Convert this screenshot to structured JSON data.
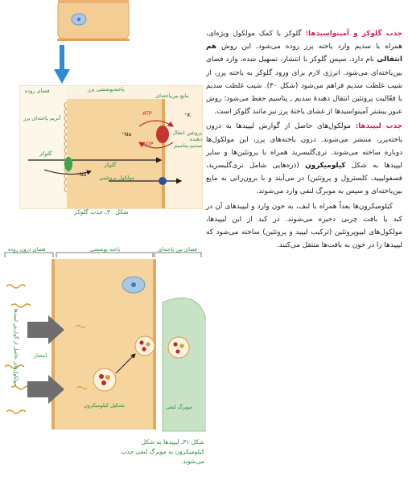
{
  "fig30": {
    "top_labels": {
      "lumen": "فضای روده",
      "brush_border": "یاخته‌پوششی پرز",
      "interstitial": "مایع بین‌یاخته‌ای"
    },
    "side_labels": {
      "villus_cell": "آنزیم یاخته‌ای پرز",
      "pump": "پروتئین انتقال دهنده سدیم‑پتاسیم"
    },
    "ions": {
      "atp": "ATP",
      "adp": "ADP",
      "k": "K⁺",
      "na": "Na⁺"
    },
    "flow": {
      "glucose_in": "گلوکز",
      "glucose_mid": "گلوکز",
      "carrier": "مولکول پروتئینی"
    },
    "caption": "شکل ۳۰ـ جذب گلوکز"
  },
  "fig31": {
    "top_labels": {
      "lumen": "فضای درون روده",
      "epithelium": "یاخته پوششی",
      "interstitial": "فضای بین یاخته‌ای"
    },
    "side_label": "مولکول‌های حاصل از گوارش لیپیدها",
    "labels": {
      "diffusion": "انتشار",
      "chylomicron": "تشکیل کیلومیکرون",
      "lacteal": "مویرگ لنفی"
    },
    "caption": [
      "شکل ۳۱ـ لیپیدها به شکل",
      "کیلومیکرون به مویرگ لنفی جذب",
      "می‌شوند."
    ]
  },
  "text": {
    "p1_head": "جذب گلوکز و آمینواسیدها:",
    "p1_a": " گلوکز با کمک مولکول ویژه‌ای، همراه با سدیم وارد یاخته پرز روده می‌شود. این روش ",
    "p1_bold": "هم انتقالی",
    "p1_b": " نام دارد. سپس گلوکز با انتشار، تسهیل شده، وارد فضای بین‌یاخته‌ای می‌شود. انرژی لازم برای ورود گلوکز به یاخته پرز، از شیب غلظت سدیم فراهم می‌شود (شکل ۳۰). شیب غلظت سدیم با فعّالیت پروتئین انتقال دهندهٔ سدیم ـ پتاسیم حفظ می‌شود؛ روش عبور بیشتر آمینواسیدها از غشای یاختهٔ پرز نیز مانند گلوکز است.",
    "p2_head": "جذب لیپیدها:",
    "p2_a": " مولکول‌های حاصل از گوارش لیپیدها به درون یاخته‌پرز، منتشر می‌شوند. درون یاخته‌های پرز، این مولکول‌ها دوباره ساخته می‌شوند. تری‌گلیسرید همراه با پروتئین‌ها و سایر لیپیدها به شکل ",
    "p2_bold": "کیلومیکرون",
    "p2_b": " (ذره‌هایی شامل تری‌گلیسرید، فسفولیپید، کلسترول و پروتئین) در می‌آیند و با برون‌رانی به مایع بین‌یاخته‌ای و سپس به مویرگ لنفی وارد می‌شوند.",
    "p3": "کیلومیکرون‌ها بعداً همراه با لنف، به خون وارد و لیپیدهای آن در کبد یا بافت چربی ذخیره می‌شوند. در کبد از این لیپیدها، مولکول‌های لیپوپروتئین (ترکیب لیپید و پروتئین) ساخته می‌شود که لیپیدها را در خون به بافت‌ها منتقل می‌کنند."
  }
}
